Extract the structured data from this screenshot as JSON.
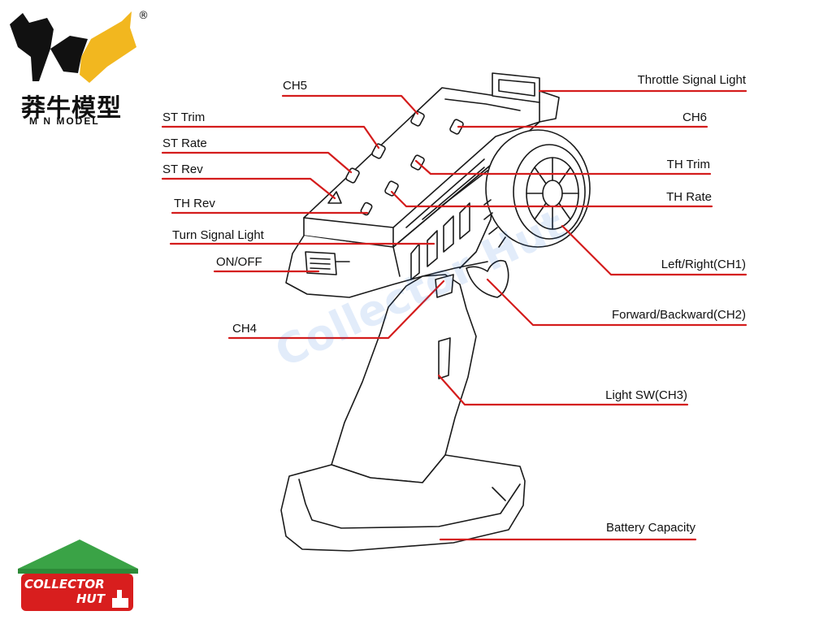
{
  "brand": {
    "name_cn": "莽牛模型",
    "name_en": "M N MODEL",
    "registered_mark": "®",
    "colors": {
      "black": "#111111",
      "gold": "#f2b71f"
    }
  },
  "watermark": "Collector Hut",
  "collector_logo": {
    "line1": "COLLECTOR",
    "line2": "HUT",
    "colors": {
      "roof": "#3aa346",
      "body": "#d81e1e"
    }
  },
  "leader_color": "#d41c1c",
  "labels": {
    "throttle_signal_light": "Throttle Signal Light",
    "ch5": "CH5",
    "ch6": "CH6",
    "st_trim": "ST Trim",
    "st_rate": "ST Rate",
    "st_rev": "ST Rev",
    "th_trim": "TH Trim",
    "th_rate": "TH Rate",
    "th_rev": "TH Rev",
    "turn_signal_light": "Turn Signal Light",
    "on_off": "ON/OFF",
    "left_right_ch1": "Left/Right(CH1)",
    "forward_backward_ch2": "Forward/Backward(CH2)",
    "ch4": "CH4",
    "light_sw_ch3": "Light SW(CH3)",
    "battery_capacity": "Battery Capacity"
  }
}
